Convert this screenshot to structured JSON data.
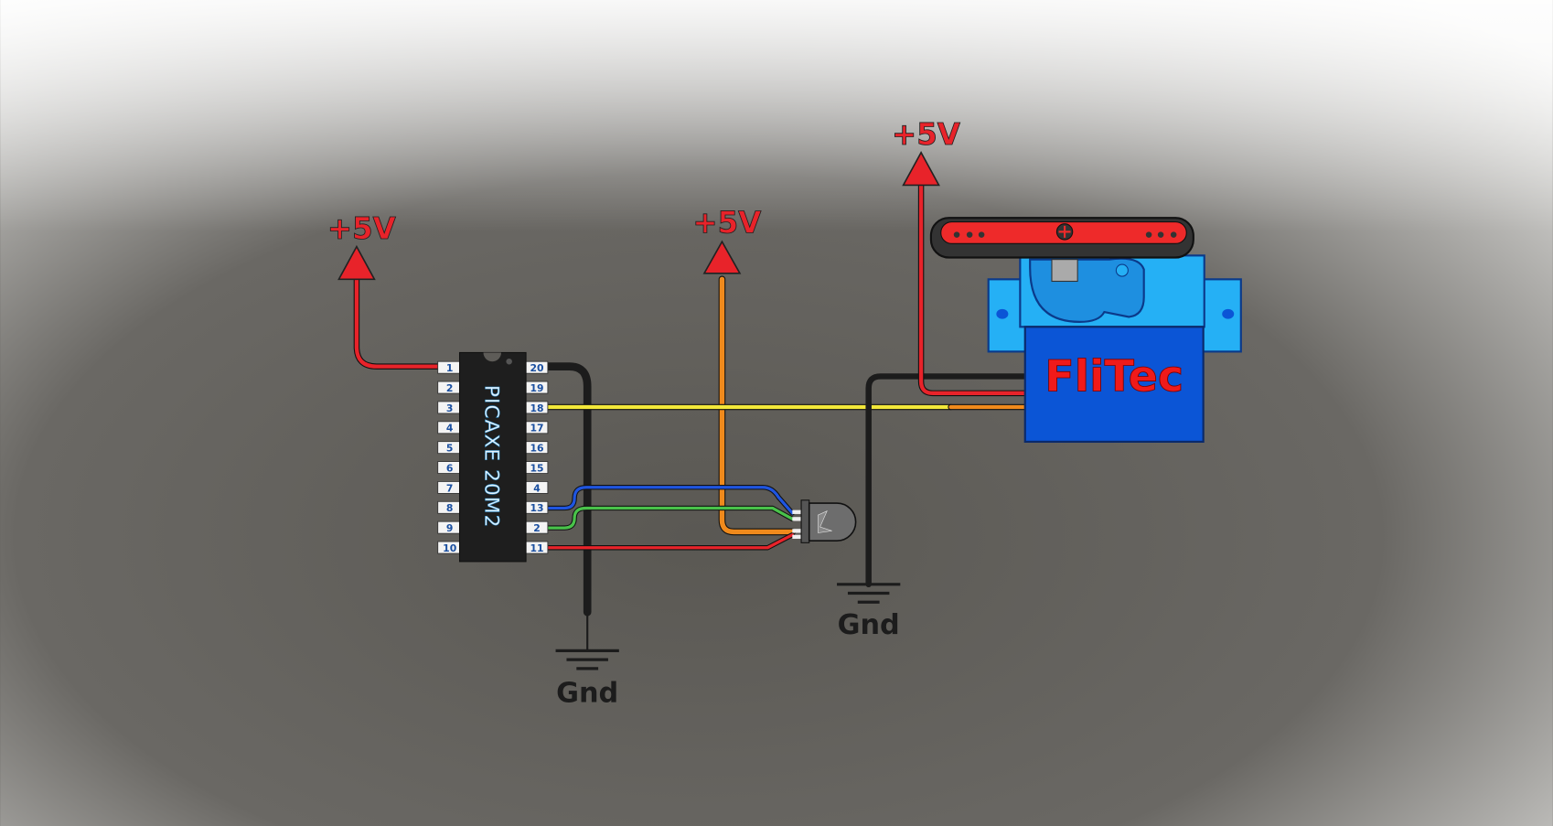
{
  "power_labels": [
    "+5V",
    "+5V",
    "+5V"
  ],
  "ground_labels": [
    "Gnd",
    "Gnd"
  ],
  "chip": {
    "label": "PICAXE 20M2",
    "left_pins": [
      "1",
      "2",
      "3",
      "4",
      "5",
      "6",
      "7",
      "8",
      "9",
      "10"
    ],
    "right_pins": [
      "20",
      "19",
      "18",
      "17",
      "16",
      "15",
      "4",
      "13",
      "2",
      "11"
    ]
  },
  "servo": {
    "brand": "FliTec"
  },
  "colors": {
    "power": "#e8232a",
    "ground": "#1c1c1c",
    "signal": "#f3e83a",
    "orange": "#f08a1c",
    "blue": "#1f55e0",
    "green": "#49c24a",
    "servo_body": "#0b55d6",
    "servo_light": "#25b0f5"
  }
}
